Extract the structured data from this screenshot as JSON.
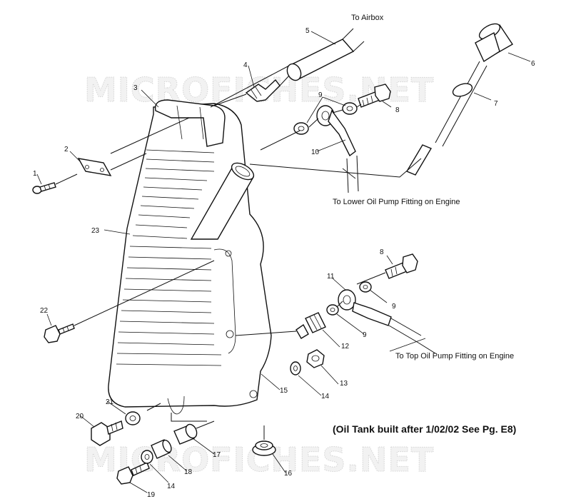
{
  "watermark": "MICROFICHES.NET",
  "annotations": {
    "to_airbox": "To Airbox",
    "to_lower_pump": "To Lower Oil Pump Fitting on Engine",
    "to_top_pump": "To Top Oil Pump Fitting on Engine",
    "tank_note": "(Oil Tank built after 1/02/02 See Pg. E8)"
  },
  "callouts": [
    "1",
    "2",
    "3",
    "4",
    "5",
    "6",
    "7",
    "8",
    "9",
    "10",
    "11",
    "8",
    "9",
    "9",
    "12",
    "13",
    "14",
    "15",
    "16",
    "17",
    "18",
    "14",
    "19",
    "20",
    "21",
    "22",
    "23"
  ]
}
